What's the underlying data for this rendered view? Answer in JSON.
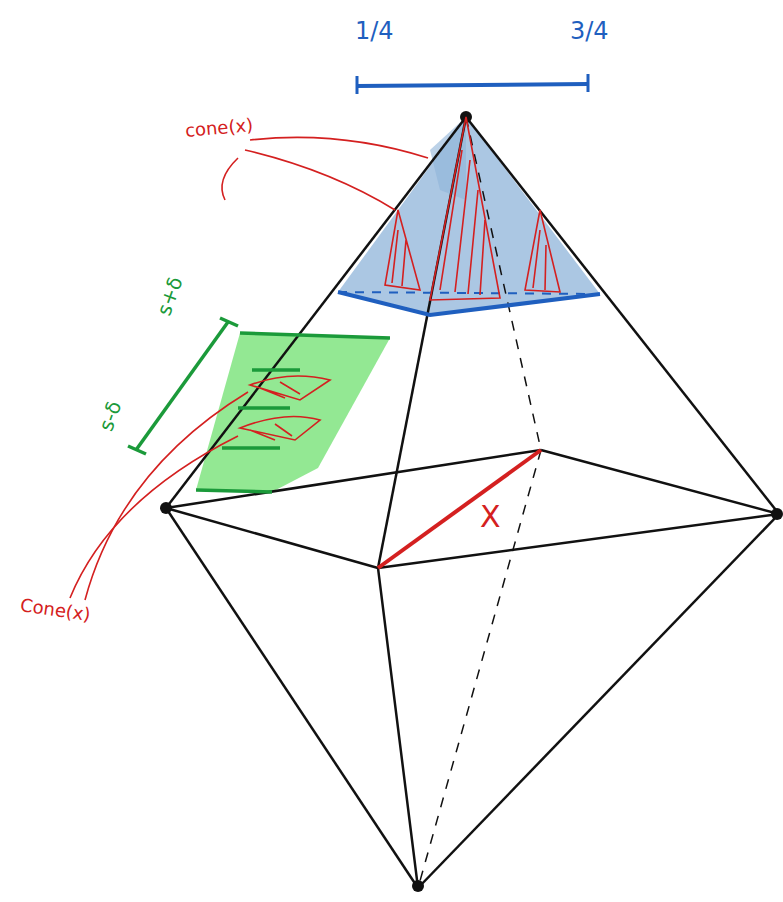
{
  "diagram": {
    "labels": [
      "1/4",
      "3/4",
      "cone(x)",
      "s+δ",
      "s-δ",
      "X",
      "Cone(x)"
    ]
  }
}
